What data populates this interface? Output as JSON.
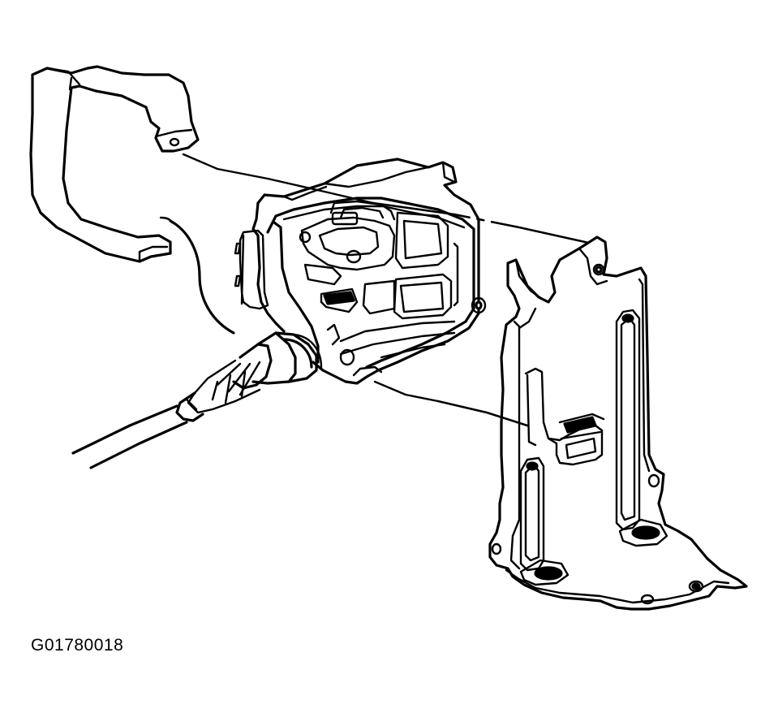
{
  "figure": {
    "id_label": "G01780018"
  },
  "parts": [
    "wiring-harness-retainer",
    "control-module",
    "electrical-connector",
    "harness-cable",
    "mounting-bracket"
  ]
}
